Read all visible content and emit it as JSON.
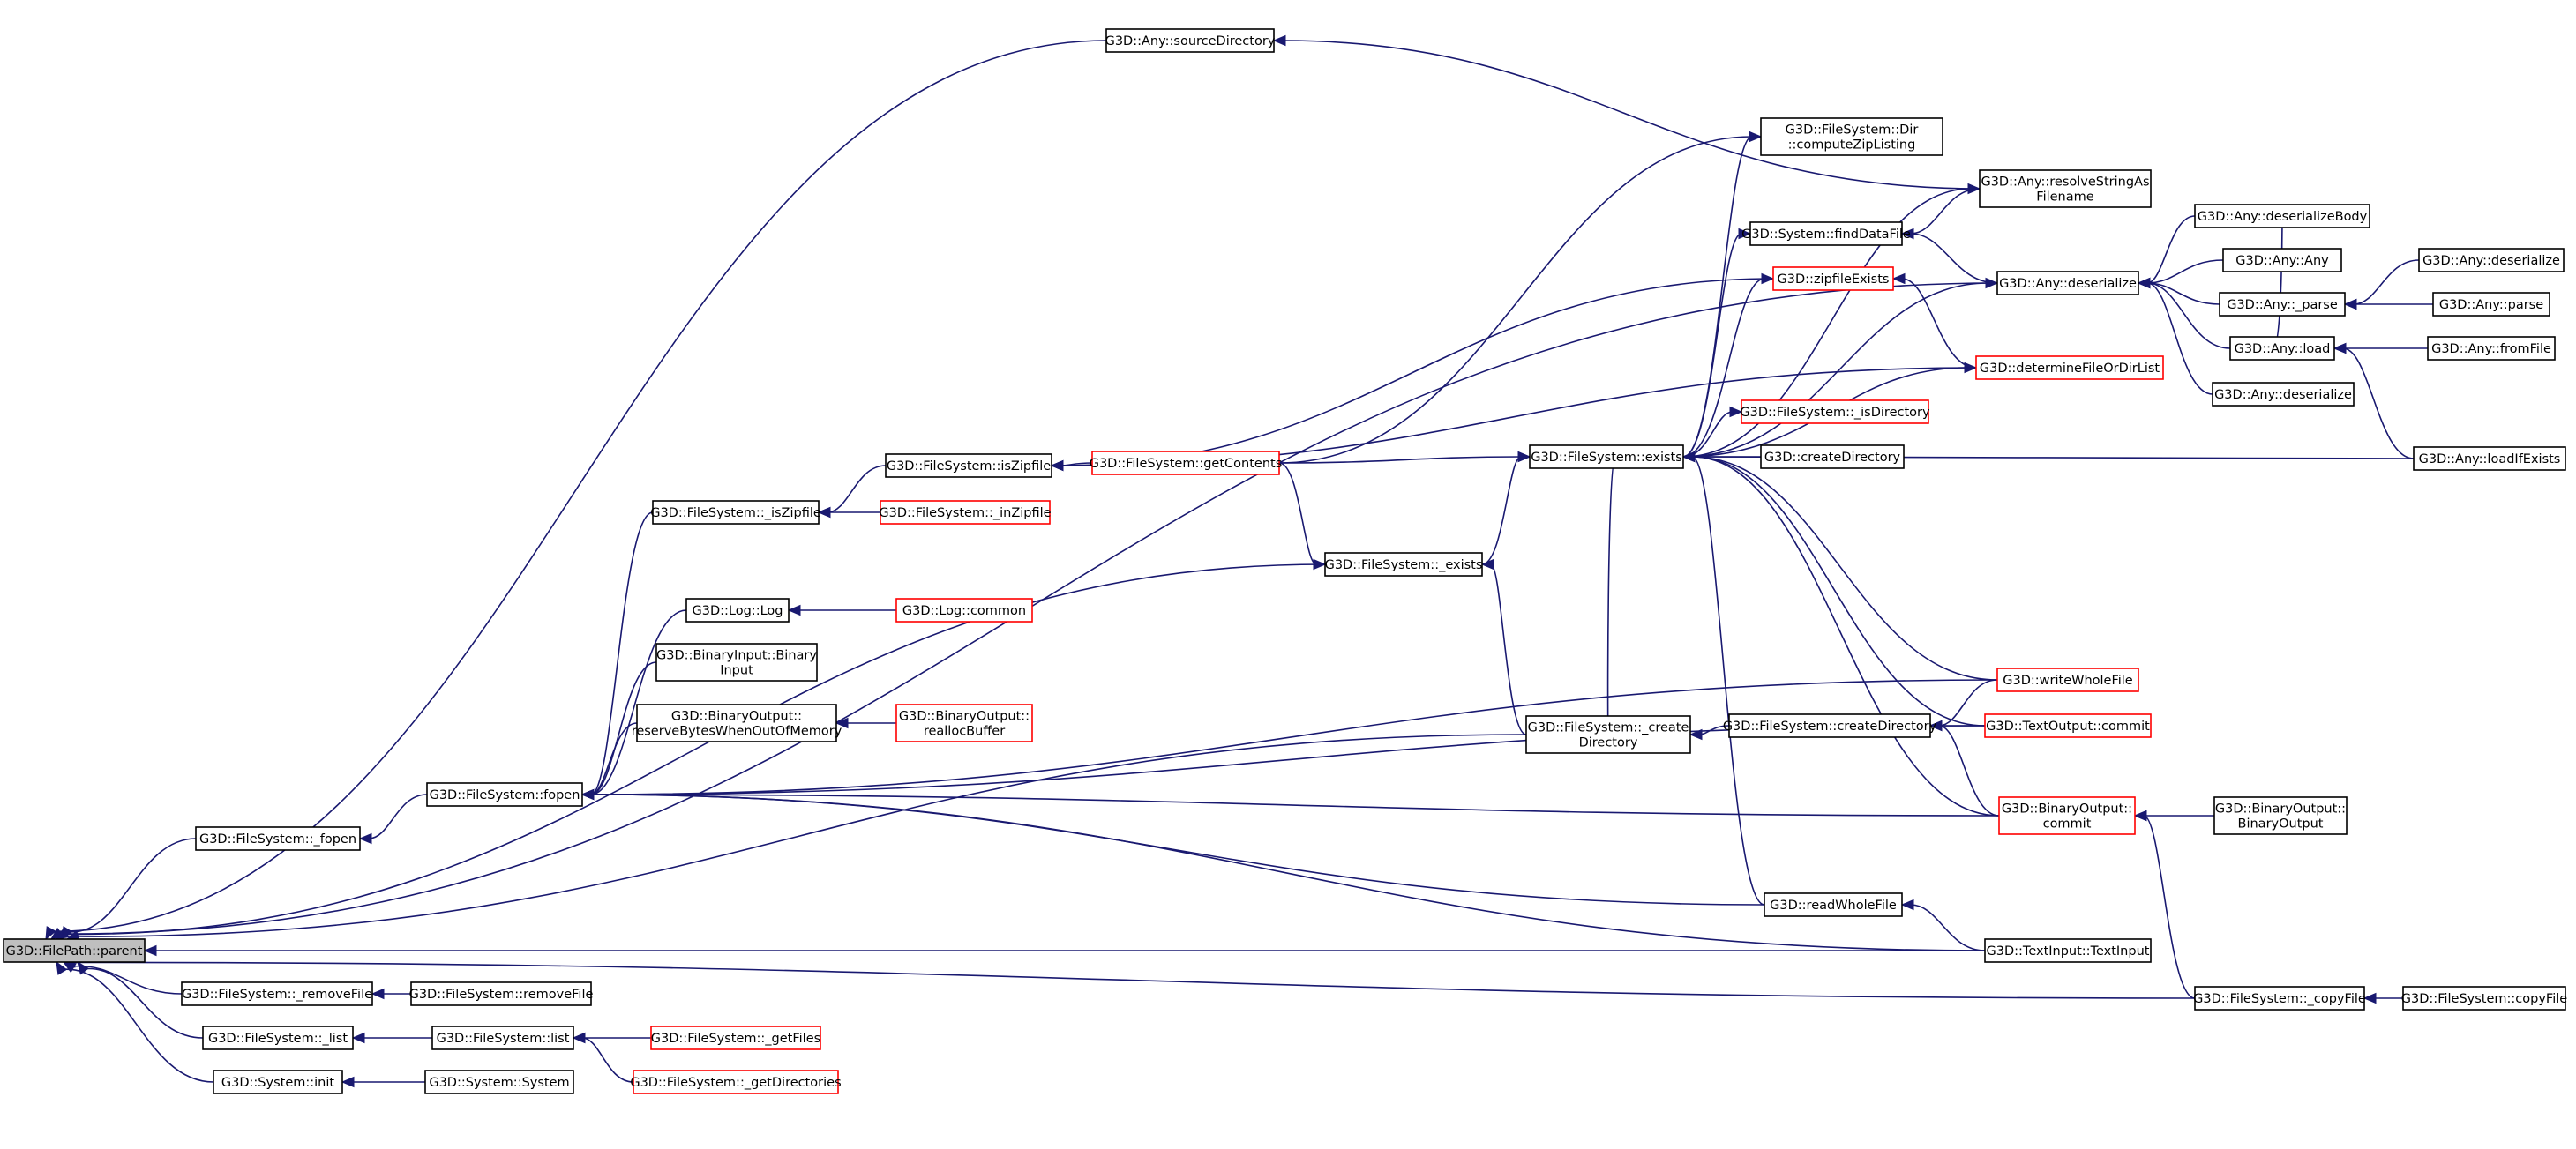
{
  "colors": {
    "edge": "#191970",
    "node_border": "#000000",
    "truncated_border": "#ff0000",
    "root_fill": "#bfbfbf",
    "node_fill": "#ffffff",
    "background": "#ffffff"
  },
  "nodes": [
    {
      "id": "parent",
      "lines": [
        "G3D::FilePath::parent"
      ],
      "root": true
    },
    {
      "id": "sourceDirectory",
      "lines": [
        "G3D::Any::sourceDirectory"
      ]
    },
    {
      "id": "computeZipListing",
      "lines": [
        "G3D::FileSystem::Dir",
        "::computeZipListing"
      ]
    },
    {
      "id": "resolveStringAsFilename",
      "lines": [
        "G3D::Any::resolveStringAs",
        "Filename"
      ]
    },
    {
      "id": "findDataFile",
      "lines": [
        "G3D::System::findDataFile"
      ]
    },
    {
      "id": "deserializeBody",
      "lines": [
        "G3D::Any::deserializeBody"
      ]
    },
    {
      "id": "zipfileExists",
      "lines": [
        "G3D::zipfileExists"
      ],
      "truncated": true
    },
    {
      "id": "anyDeserialize",
      "lines": [
        "G3D::Any::deserialize"
      ]
    },
    {
      "id": "anyAny",
      "lines": [
        "G3D::Any::Any"
      ]
    },
    {
      "id": "anyDeserializeR",
      "lines": [
        "G3D::Any::deserialize"
      ]
    },
    {
      "id": "anyParseU",
      "lines": [
        "G3D::Any::_parse"
      ]
    },
    {
      "id": "anyParse",
      "lines": [
        "G3D::Any::parse"
      ]
    },
    {
      "id": "anyLoad",
      "lines": [
        "G3D::Any::load"
      ]
    },
    {
      "id": "anyFromFile",
      "lines": [
        "G3D::Any::fromFile"
      ]
    },
    {
      "id": "determineFileOrDirList",
      "lines": [
        "G3D::determineFileOrDirList"
      ],
      "truncated": true
    },
    {
      "id": "anyDeserialize2",
      "lines": [
        "G3D::Any::deserialize"
      ]
    },
    {
      "id": "isDirectoryU",
      "lines": [
        "G3D::FileSystem::_isDirectory"
      ],
      "truncated": true
    },
    {
      "id": "isZipfile",
      "lines": [
        "G3D::FileSystem::isZipfile"
      ]
    },
    {
      "id": "getContents",
      "lines": [
        "G3D::FileSystem::getContents"
      ],
      "truncated": true
    },
    {
      "id": "exists",
      "lines": [
        "G3D::FileSystem::exists"
      ]
    },
    {
      "id": "createDirectoryG",
      "lines": [
        "G3D::createDirectory"
      ]
    },
    {
      "id": "loadIfExists",
      "lines": [
        "G3D::Any::loadIfExists"
      ]
    },
    {
      "id": "isZipfileU",
      "lines": [
        "G3D::FileSystem::_isZipfile"
      ]
    },
    {
      "id": "inZipfileU",
      "lines": [
        "G3D::FileSystem::_inZipfile"
      ],
      "truncated": true
    },
    {
      "id": "existsU",
      "lines": [
        "G3D::FileSystem::_exists"
      ]
    },
    {
      "id": "logLog",
      "lines": [
        "G3D::Log::Log"
      ]
    },
    {
      "id": "logCommon",
      "lines": [
        "G3D::Log::common"
      ],
      "truncated": true
    },
    {
      "id": "binaryInput",
      "lines": [
        "G3D::BinaryInput::Binary",
        "Input"
      ]
    },
    {
      "id": "reserveBytes",
      "lines": [
        "G3D::BinaryOutput::",
        "reserveBytesWhenOutOfMemory"
      ]
    },
    {
      "id": "reallocBuffer",
      "lines": [
        "G3D::BinaryOutput::",
        "reallocBuffer"
      ],
      "truncated": true
    },
    {
      "id": "writeWholeFile",
      "lines": [
        "G3D::writeWholeFile"
      ],
      "truncated": true
    },
    {
      "id": "createDirectoryU",
      "lines": [
        "G3D::FileSystem::_create",
        "Directory"
      ]
    },
    {
      "id": "fsCreateDirectory",
      "lines": [
        "G3D::FileSystem::createDirectory"
      ]
    },
    {
      "id": "textOutputCommit",
      "lines": [
        "G3D::TextOutput::commit"
      ],
      "truncated": true
    },
    {
      "id": "fopen",
      "lines": [
        "G3D::FileSystem::fopen"
      ]
    },
    {
      "id": "fopenU",
      "lines": [
        "G3D::FileSystem::_fopen"
      ]
    },
    {
      "id": "binaryOutputCommit",
      "lines": [
        "G3D::BinaryOutput::",
        "commit"
      ],
      "truncated": true
    },
    {
      "id": "binaryOutputCtor",
      "lines": [
        "G3D::BinaryOutput::",
        "BinaryOutput"
      ]
    },
    {
      "id": "readWholeFile",
      "lines": [
        "G3D::readWholeFile"
      ]
    },
    {
      "id": "textInput",
      "lines": [
        "G3D::TextInput::TextInput"
      ]
    },
    {
      "id": "removeFileU",
      "lines": [
        "G3D::FileSystem::_removeFile"
      ]
    },
    {
      "id": "removeFile",
      "lines": [
        "G3D::FileSystem::removeFile"
      ]
    },
    {
      "id": "copyFileU",
      "lines": [
        "G3D::FileSystem::_copyFile"
      ]
    },
    {
      "id": "copyFile",
      "lines": [
        "G3D::FileSystem::copyFile"
      ]
    },
    {
      "id": "listU",
      "lines": [
        "G3D::FileSystem::_list"
      ]
    },
    {
      "id": "list",
      "lines": [
        "G3D::FileSystem::list"
      ]
    },
    {
      "id": "getFilesU",
      "lines": [
        "G3D::FileSystem::_getFiles"
      ],
      "truncated": true
    },
    {
      "id": "systemInit",
      "lines": [
        "G3D::System::init"
      ]
    },
    {
      "id": "systemSystem",
      "lines": [
        "G3D::System::System"
      ]
    },
    {
      "id": "getDirectoriesU",
      "lines": [
        "G3D::FileSystem::_getDirectories"
      ],
      "truncated": true
    }
  ],
  "edges": [
    [
      "sourceDirectory",
      "parent"
    ],
    [
      "anyDeserialize",
      "parent"
    ],
    [
      "existsU",
      "parent"
    ],
    [
      "fopenU",
      "parent"
    ],
    [
      "createDirectoryU",
      "parent"
    ],
    [
      "removeFileU",
      "parent"
    ],
    [
      "textInput",
      "parent"
    ],
    [
      "listU",
      "parent"
    ],
    [
      "systemInit",
      "parent"
    ],
    [
      "copyFileU",
      "parent"
    ],
    [
      "resolveStringAsFilename",
      "sourceDirectory"
    ],
    [
      "getContents",
      "computeZipListing"
    ],
    [
      "exists",
      "computeZipListing"
    ],
    [
      "exists",
      "resolveStringAsFilename"
    ],
    [
      "resolveStringAsFilename",
      "findDataFile"
    ],
    [
      "anyDeserialize",
      "findDataFile"
    ],
    [
      "exists",
      "findDataFile"
    ],
    [
      "exists",
      "zipfileExists"
    ],
    [
      "determineFileOrDirList",
      "zipfileExists"
    ],
    [
      "deserializeBody",
      "anyDeserialize"
    ],
    [
      "anyAny",
      "anyDeserialize"
    ],
    [
      "anyParseU",
      "anyDeserialize"
    ],
    [
      "anyLoad",
      "anyDeserialize"
    ],
    [
      "anyDeserialize2",
      "anyDeserialize"
    ],
    [
      "exists",
      "anyDeserialize"
    ],
    [
      "anyDeserializeR",
      "anyParseU"
    ],
    [
      "anyParse",
      "anyParseU"
    ],
    [
      "anyFromFile",
      "anyLoad"
    ],
    [
      "loadIfExists",
      "anyLoad"
    ],
    [
      "deserializeBody",
      "anyLoad"
    ],
    [
      "exists",
      "determineFileOrDirList"
    ],
    [
      "exists",
      "isDirectoryU"
    ],
    [
      "getContents",
      "isZipfile"
    ],
    [
      "zipfileExists",
      "isZipfile"
    ],
    [
      "determineFileOrDirList",
      "isZipfile"
    ],
    [
      "isZipfile",
      "isZipfileU"
    ],
    [
      "inZipfileU",
      "isZipfileU"
    ],
    [
      "getContents",
      "exists"
    ],
    [
      "createDirectoryG",
      "exists"
    ],
    [
      "loadIfExists",
      "exists"
    ],
    [
      "existsU",
      "exists"
    ],
    [
      "writeWholeFile",
      "exists"
    ],
    [
      "textOutputCommit",
      "exists"
    ],
    [
      "binaryOutputCommit",
      "exists"
    ],
    [
      "readWholeFile",
      "exists"
    ],
    [
      "createDirectoryU",
      "exists"
    ],
    [
      "getContents",
      "existsU"
    ],
    [
      "createDirectoryU",
      "existsU"
    ],
    [
      "isZipfileU",
      "fopen"
    ],
    [
      "logLog",
      "fopen"
    ],
    [
      "binaryInput",
      "fopen"
    ],
    [
      "reserveBytes",
      "fopen"
    ],
    [
      "writeWholeFile",
      "fopen"
    ],
    [
      "textOutputCommit",
      "fopen"
    ],
    [
      "binaryOutputCommit",
      "fopen"
    ],
    [
      "readWholeFile",
      "fopen"
    ],
    [
      "textInput",
      "fopen"
    ],
    [
      "logCommon",
      "logLog"
    ],
    [
      "reallocBuffer",
      "reserveBytes"
    ],
    [
      "fsCreateDirectory",
      "createDirectoryU"
    ],
    [
      "writeWholeFile",
      "fsCreateDirectory"
    ],
    [
      "textOutputCommit",
      "fsCreateDirectory"
    ],
    [
      "binaryOutputCommit",
      "fsCreateDirectory"
    ],
    [
      "fopen",
      "fopenU"
    ],
    [
      "binaryOutputCtor",
      "binaryOutputCommit"
    ],
    [
      "copyFileU",
      "binaryOutputCommit"
    ],
    [
      "textInput",
      "readWholeFile"
    ],
    [
      "removeFile",
      "removeFileU"
    ],
    [
      "copyFile",
      "copyFileU"
    ],
    [
      "list",
      "listU"
    ],
    [
      "getFilesU",
      "list"
    ],
    [
      "getDirectoriesU",
      "list"
    ],
    [
      "systemSystem",
      "systemInit"
    ]
  ]
}
